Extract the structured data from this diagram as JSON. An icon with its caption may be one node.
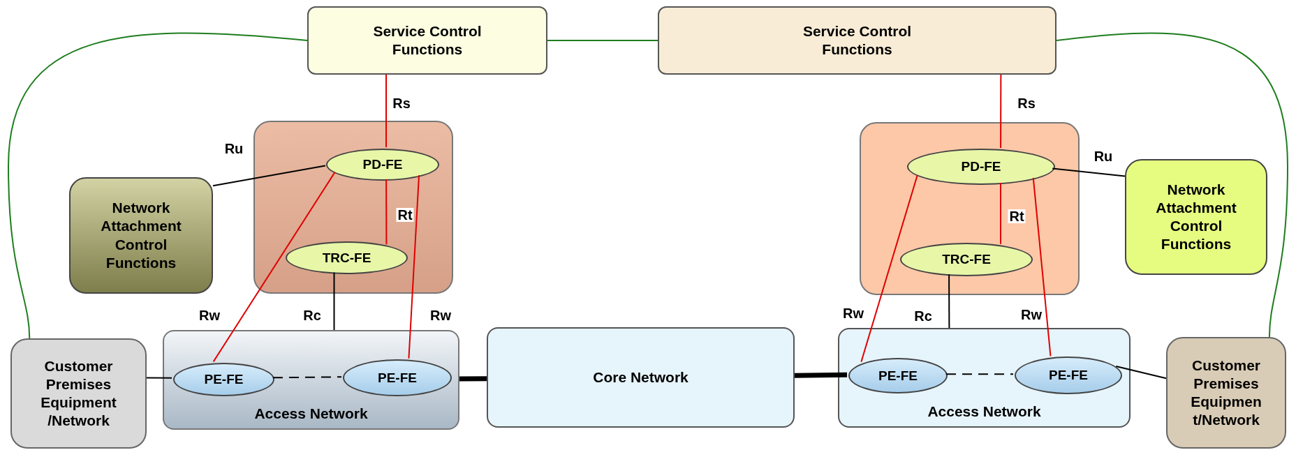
{
  "diagram": {
    "nodes": [
      {
        "text": [
          "Service Control Functions"
        ]
      },
      {
        "text": [
          "Service Control Functions"
        ]
      },
      {
        "text": [],
        "shape": "box"
      },
      {
        "text": [
          "PD-FE"
        ],
        "in": 2
      },
      {
        "text": [
          "TRC-FE"
        ],
        "in": 2
      },
      {
        "text": [
          "Network Attachment Control Functions"
        ]
      },
      {
        "text": [],
        "shape": "box"
      },
      {
        "text": [
          "PD-FE"
        ],
        "in": 6
      },
      {
        "text": [
          "TRC-FE"
        ],
        "in": 6
      },
      {
        "text": [
          "Network Attachment Control Functions"
        ]
      },
      {
        "text": [
          "Customer Premises Equipment /Network"
        ]
      },
      {
        "text": [
          "Access Network"
        ]
      },
      {
        "text": [
          "PE-FE"
        ],
        "in": 11
      },
      {
        "text": [
          "PE-FE"
        ],
        "in": 11
      },
      {
        "text": [
          "Core Network"
        ]
      },
      {
        "text": [
          "Access Network"
        ]
      },
      {
        "text": [
          "PE-FE"
        ],
        "in": 15
      },
      {
        "text": [
          "PE-FE"
        ],
        "in": 15
      },
      {
        "text": [
          "Customer Premises Equipmen t/Network"
        ]
      }
    ],
    "edges": [
      {
        "from": 0,
        "to": 1,
        "arrow": "none",
        "color": "#1e7d1e"
      },
      {
        "from": 0,
        "to": 10,
        "arrow": "none",
        "color": "#1e7d1e"
      },
      {
        "from": 1,
        "to": 18,
        "arrow": "none",
        "color": "#1e7d1e"
      },
      {
        "from": 0,
        "to": 3,
        "arrow": "none",
        "label": "Rs",
        "color": "#e00000"
      },
      {
        "from": 3,
        "to": 5,
        "arrow": "none",
        "label": "Ru"
      },
      {
        "from": 3,
        "to": 4,
        "arrow": "none",
        "label": "Rt",
        "color": "#e00000"
      },
      {
        "from": 3,
        "to": 12,
        "arrow": "none",
        "label": "Rw",
        "color": "#e00000"
      },
      {
        "from": 3,
        "to": 13,
        "arrow": "none",
        "label": "Rw",
        "color": "#e00000"
      },
      {
        "from": 4,
        "to": 11,
        "arrow": "none",
        "label": "Rc"
      },
      {
        "from": 12,
        "to": 13,
        "arrow": "none",
        "style": "dashed"
      },
      {
        "from": 10,
        "to": 12,
        "arrow": "none"
      },
      {
        "from": 11,
        "to": 14,
        "arrow": "none",
        "style": "thick"
      },
      {
        "from": 14,
        "to": 16,
        "arrow": "none",
        "style": "thick"
      },
      {
        "from": 1,
        "to": 7,
        "arrow": "none",
        "label": "Rs",
        "color": "#e00000"
      },
      {
        "from": 7,
        "to": 9,
        "arrow": "none",
        "label": "Ru"
      },
      {
        "from": 7,
        "to": 8,
        "arrow": "none",
        "label": "Rt",
        "color": "#e00000"
      },
      {
        "from": 7,
        "to": 16,
        "arrow": "none",
        "label": "Rw",
        "color": "#e00000"
      },
      {
        "from": 7,
        "to": 17,
        "arrow": "none",
        "label": "Rw",
        "color": "#e00000"
      },
      {
        "from": 8,
        "to": 15,
        "arrow": "none",
        "label": "Rc"
      },
      {
        "from": 16,
        "to": 17,
        "arrow": "none",
        "style": "dashed"
      },
      {
        "from": 17,
        "to": 18,
        "arrow": "none"
      }
    ]
  }
}
